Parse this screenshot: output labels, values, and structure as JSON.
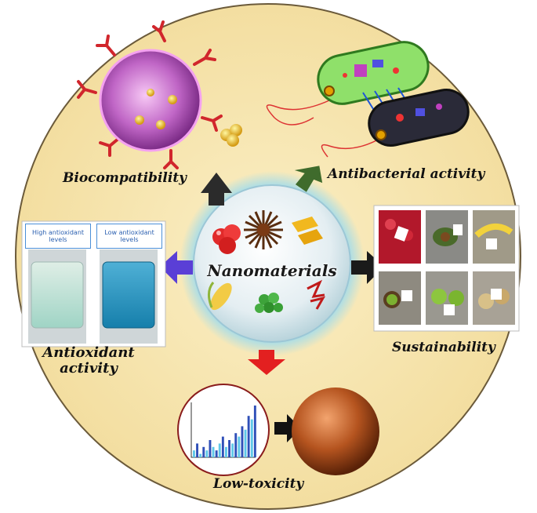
{
  "center": {
    "title": "Nanomaterials"
  },
  "properties": {
    "biocompatibility": "Biocompatibility",
    "antibacterial": "Antibacterial activity",
    "sustainability": "Sustainability",
    "antioxidant_line1": "Antioxidant",
    "antioxidant_line2": "activity",
    "low_toxicity": "Low-toxicity"
  },
  "antioxidant_panel": {
    "high_label": "High antioxidant levels",
    "low_label": "Low antioxidant levels"
  },
  "colors": {
    "background_disc": "#f6e6b2",
    "arrow_bio": "#2b2b2b",
    "arrow_antibacterial": "#3f6b2c",
    "arrow_sustainability": "#1a1a1a",
    "arrow_antioxidant": "#5a3fd6",
    "arrow_low_toxicity": "#e32020"
  },
  "bar_chart": {
    "values": [
      2,
      4,
      1,
      3,
      2,
      5,
      3,
      2,
      4,
      6,
      3,
      5,
      4,
      7,
      6,
      9,
      8,
      12,
      11,
      15
    ]
  }
}
